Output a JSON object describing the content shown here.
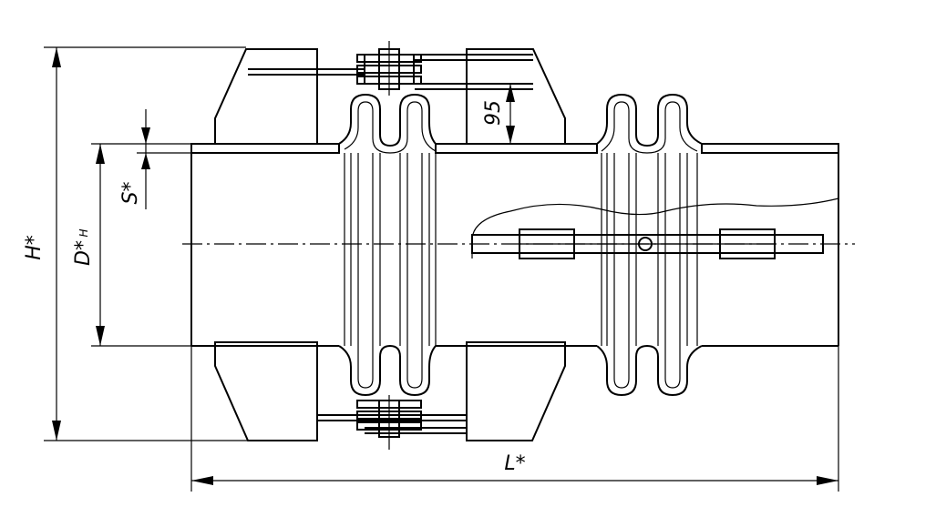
{
  "drawing": {
    "dimensions": {
      "height": "H*",
      "diameter": "D*",
      "diameter_subscript": "H",
      "wall_thickness": "S*",
      "length": "L*",
      "clearance": "95"
    }
  }
}
